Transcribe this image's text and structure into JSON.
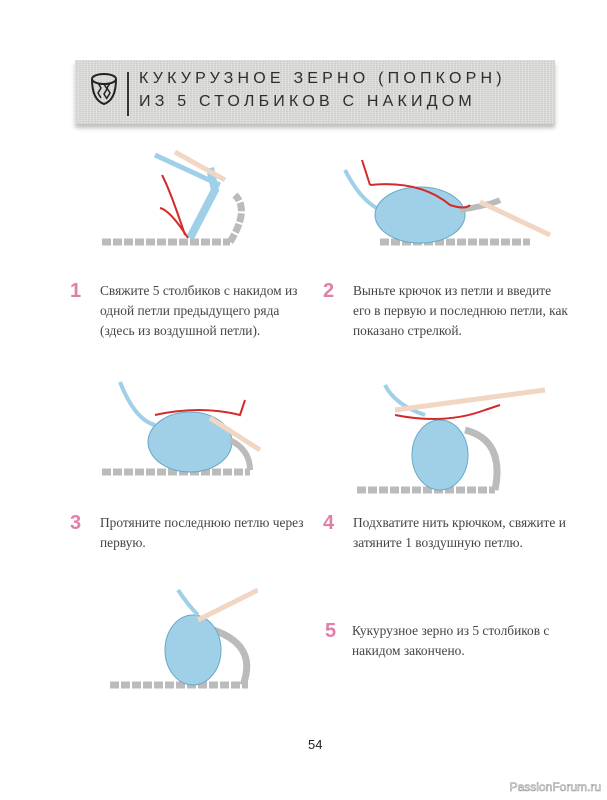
{
  "header": {
    "title_line1": "КУКУРУЗНОЕ ЗЕРНО (ПОПКОРН)",
    "title_line2": "ИЗ 5 СТОЛБИКОВ С НАКИДОМ",
    "icon": "popcorn-stitch-icon"
  },
  "steps": [
    {
      "number": "1",
      "text": "Свяжите 5 столбиков с накидом из одной петли предыдущего ряда (здесь из воздушной петли)."
    },
    {
      "number": "2",
      "text": "Выньте крючок из петли и введите его в первую и последнюю петли, как показано стрелкой."
    },
    {
      "number": "3",
      "text": "Протяните последнюю петлю через первую."
    },
    {
      "number": "4",
      "text": "Подхватите нить крючком, свяжите и затяните 1 воздушную петлю."
    },
    {
      "number": "5",
      "text": "Кукурузное зерно из 5 столбиков с накидом закончено."
    }
  ],
  "page_number": "54",
  "watermark": "PassionForum.ru",
  "colors": {
    "accent": "#e07fa8",
    "yarn": "#9fd0e8",
    "arrow": "#d42a2a",
    "hook": "#f2d6c4"
  }
}
